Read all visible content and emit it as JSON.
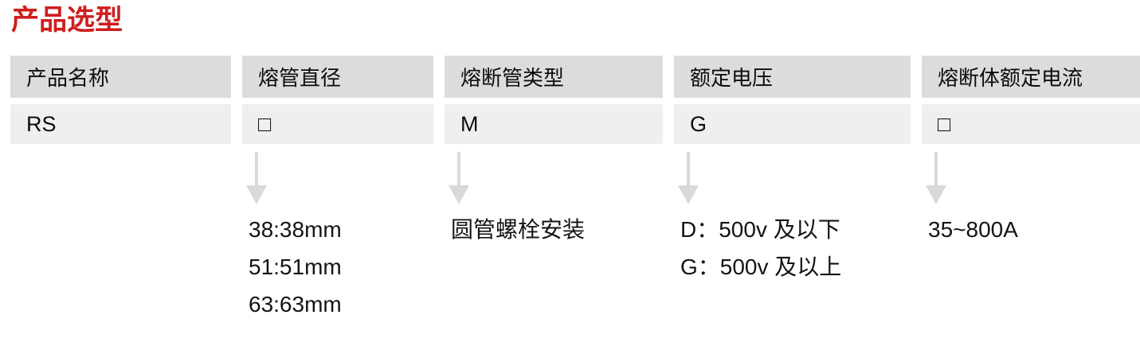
{
  "title": "产品选型",
  "table": {
    "columns": [
      {
        "header": "产品名称",
        "code": "RS",
        "options": []
      },
      {
        "header": "熔管直径",
        "code": "□",
        "options": [
          "38:38mm",
          "51:51mm",
          "63:63mm"
        ]
      },
      {
        "header": "熔断管类型",
        "code": "M",
        "options": [
          "圆管螺栓安装"
        ]
      },
      {
        "header": "额定电压",
        "code": "G",
        "options": [
          "D：500v 及以下",
          "G：500v 及以上"
        ]
      },
      {
        "header": "熔断体额定电流",
        "code": "□",
        "options": [
          "35~800A"
        ]
      }
    ]
  },
  "colors": {
    "title_red": "#cf1e1e",
    "header_bg": "#dcdcdc",
    "value_bg": "#efefef",
    "arrow_gray": "#d9d9d9",
    "text": "#111111"
  }
}
